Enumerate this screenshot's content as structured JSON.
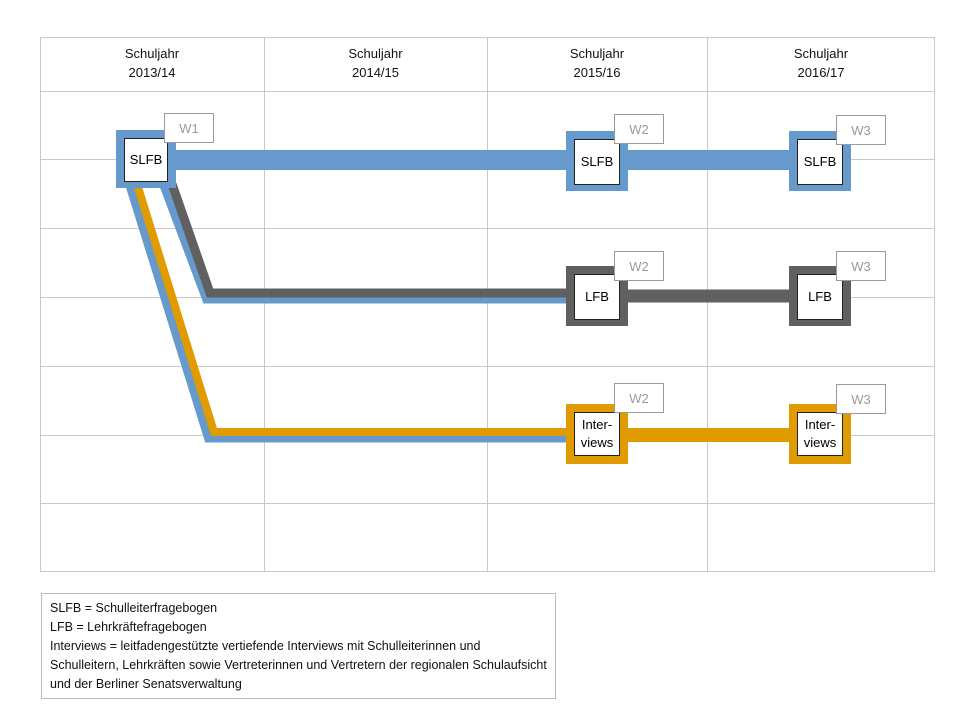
{
  "columns": [
    {
      "line1": "Schuljahr",
      "line2": "2013/14"
    },
    {
      "line1": "Schuljahr",
      "line2": "2014/15"
    },
    {
      "line1": "Schuljahr",
      "line2": "2015/16"
    },
    {
      "line1": "Schuljahr",
      "line2": "2016/17"
    }
  ],
  "colors": {
    "slfb": "#6699cc",
    "lfb": "#606060",
    "interviews": "#e09b00",
    "grid": "#c8c8c8",
    "wave_label": "#9a9a9a"
  },
  "tracks": {
    "slfb": {
      "w1": {
        "label": "SLFB",
        "wave": "W1"
      },
      "w2": {
        "label": "SLFB",
        "wave": "W2"
      },
      "w3": {
        "label": "SLFB",
        "wave": "W3"
      }
    },
    "lfb": {
      "w2": {
        "label": "LFB",
        "wave": "W2"
      },
      "w3": {
        "label": "LFB",
        "wave": "W3"
      }
    },
    "interviews": {
      "w2": {
        "label_line1": "Inter-",
        "label_line2": "views",
        "wave": "W2"
      },
      "w3": {
        "label_line1": "Inter-",
        "label_line2": "views",
        "wave": "W3"
      }
    }
  },
  "legend": {
    "line1": "SLFB = Schulleiterfragebogen",
    "line2": "LFB = Lehrkräftefragebogen",
    "line3": "Interviews = leitfadengestützte vertiefende Interviews mit Schulleiterinnen und Schulleitern, Lehrkräften sowie Vertreterinnen und Vertretern der regionalen Schulaufsicht und der Berliner Senatsverwaltung"
  }
}
